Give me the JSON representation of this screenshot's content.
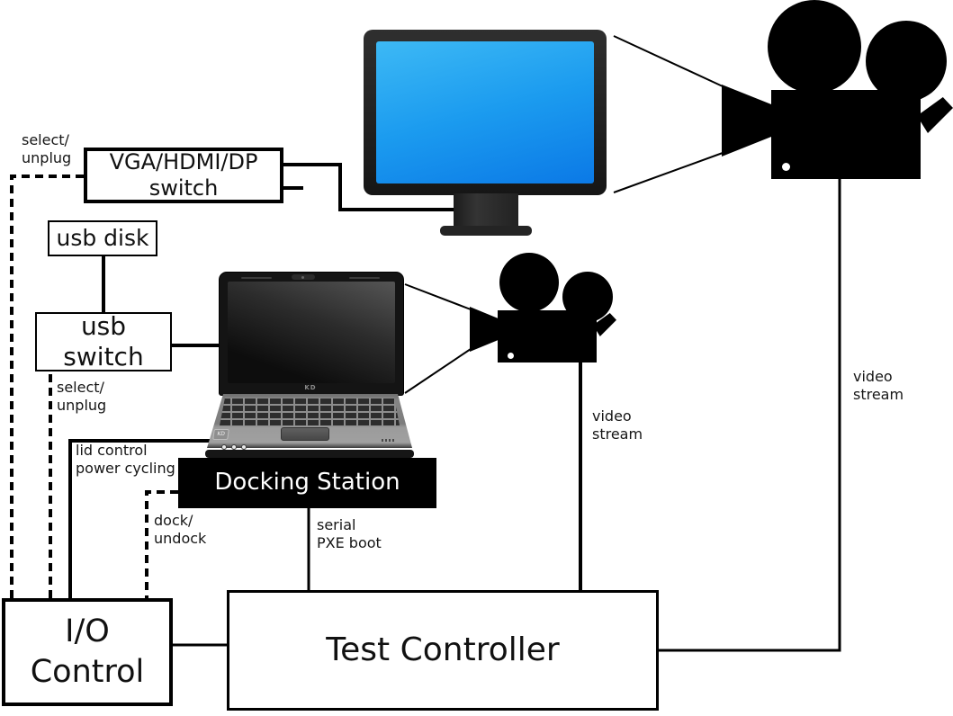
{
  "boxes": {
    "vga_switch": "VGA/HDMI/DP\nswitch",
    "usb_disk": "usb disk",
    "usb_switch": "usb switch",
    "docking_station": "Docking Station",
    "io_control": "I/O\nControl",
    "test_controller": "Test Controller"
  },
  "edge_labels": {
    "select_unplug_video": "select/\nunplug",
    "select_unplug_usb": "select/\nunplug",
    "lid_control": "lid control\npower cycling",
    "dock_undock": "dock/\nundock",
    "serial_pxe": "serial\nPXE boot",
    "video_stream_laptop": "video\nstream",
    "video_stream_monitor": "video\nstream"
  },
  "laptop": {
    "bezel_logo": "KD",
    "deck_logo": "KD"
  },
  "colors": {
    "line": "#000000",
    "box_fill": "#ffffff",
    "docking_fill": "#000000",
    "docking_text": "#ffffff",
    "monitor_screen_top": "#3db9f5",
    "monitor_screen_bottom": "#0b79e6"
  }
}
